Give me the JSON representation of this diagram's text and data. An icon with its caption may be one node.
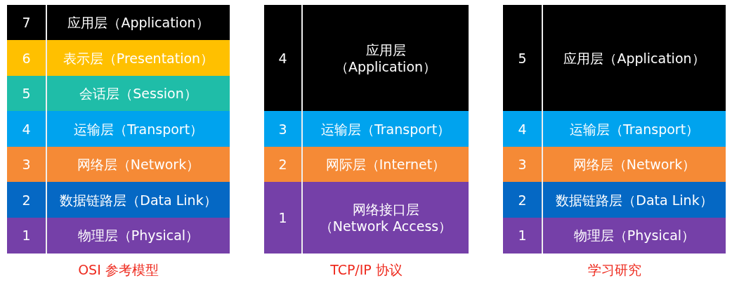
{
  "diagram": {
    "nodes": [
      {
        "text": [
          "OSI 参考模型"
        ]
      },
      {
        "text": [
          "7",
          "应用层（Application）"
        ],
        "in": 0
      },
      {
        "text": [
          "6",
          "表示层（Presentation）"
        ],
        "in": 0
      },
      {
        "text": [
          "5",
          "会话层（Session）"
        ],
        "in": 0
      },
      {
        "text": [
          "4",
          "运输层（Transport）"
        ],
        "in": 0
      },
      {
        "text": [
          "3",
          "网络层（Network）"
        ],
        "in": 0
      },
      {
        "text": [
          "2",
          "数据链路层（Data Link）"
        ],
        "in": 0
      },
      {
        "text": [
          "1",
          "物理层（Physical）"
        ],
        "in": 0
      },
      {
        "text": [
          "TCP/IP 协议"
        ]
      },
      {
        "text": [
          "4",
          "应用层（Application）"
        ],
        "in": 8
      },
      {
        "text": [
          "3",
          "运输层（Transport）"
        ],
        "in": 8
      },
      {
        "text": [
          "2",
          "网际层（Internet）"
        ],
        "in": 8
      },
      {
        "text": [
          "1",
          "网络接口层（Network Access）"
        ],
        "in": 8
      },
      {
        "text": [
          "学习研究"
        ]
      },
      {
        "text": [
          "5",
          "应用层（Application）"
        ],
        "in": 13
      },
      {
        "text": [
          "4",
          "运输层（Transport）"
        ],
        "in": 13
      },
      {
        "text": [
          "3",
          "网络层（Network）"
        ],
        "in": 13
      },
      {
        "text": [
          "2",
          "数据链路层（Data Link）"
        ],
        "in": 13
      },
      {
        "text": [
          "1",
          "物理层（Physical）"
        ],
        "in": 13
      }
    ],
    "edges": []
  }
}
